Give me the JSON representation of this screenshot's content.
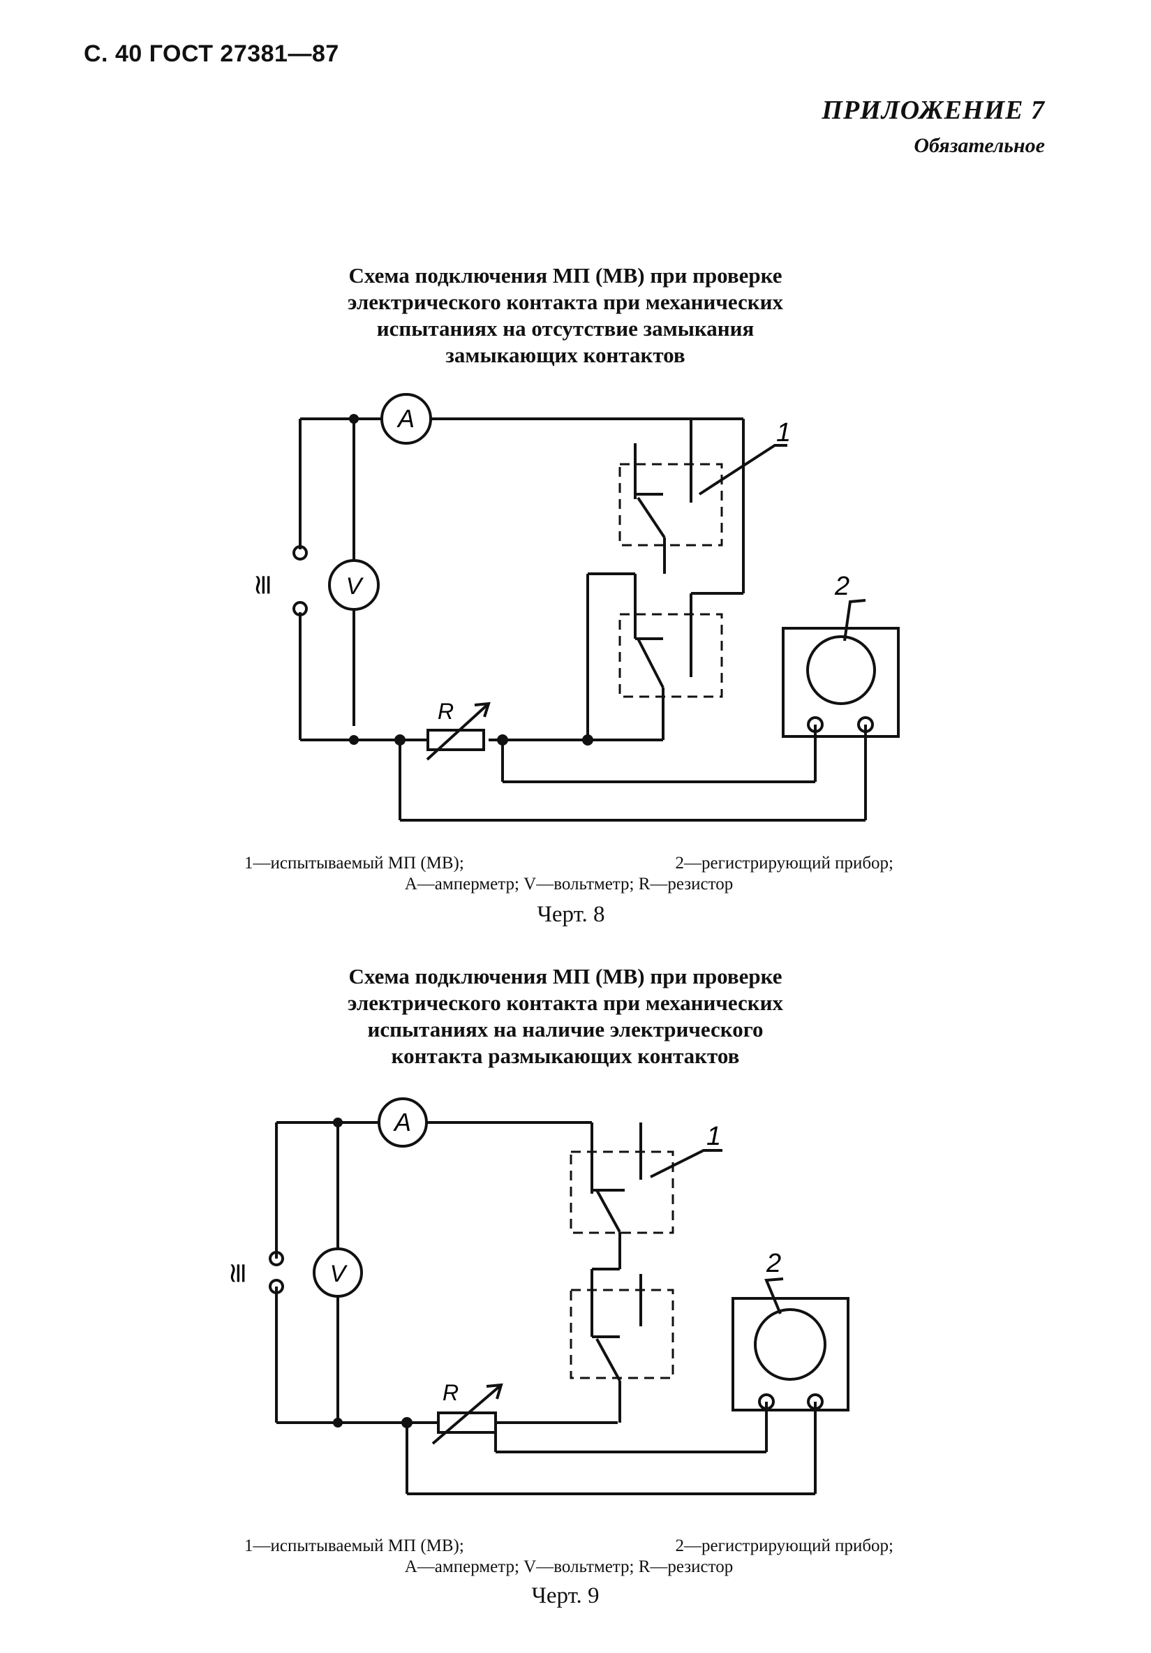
{
  "header": {
    "page_ref": "С. 40 ГОСТ 27381—87"
  },
  "appendix": {
    "title": "ПРИЛОЖЕНИЕ 7",
    "status": "Обязательное"
  },
  "figure8": {
    "title_lines": [
      "Схема подключения МП (МВ) при проверке",
      "электрического контакта при механических",
      "испытаниях на отсутствие замыкания",
      "замыкающих контактов"
    ],
    "labels": {
      "ammeter": "A",
      "voltmeter": "V",
      "resistor": "R",
      "source": "≅",
      "item1": "1",
      "item2": "2"
    },
    "caption": {
      "item1": "1—испытываемый МП (МВ);",
      "item2": "2—регистрирующий прибор;",
      "line2": "А—амперметр; V—вольтметр; R—резистор"
    },
    "fig_label": "Черт. 8"
  },
  "figure9": {
    "title_lines": [
      "Схема подключения МП (МВ) при проверке",
      "электрического контакта при механических",
      "испытаниях на наличие электрического",
      "контакта размыкающих контактов"
    ],
    "labels": {
      "ammeter": "A",
      "voltmeter": "V",
      "resistor": "R",
      "source": "≅",
      "item1": "1",
      "item2": "2"
    },
    "caption": {
      "item1": "1—испытываемый МП (МВ);",
      "item2": "2—регистрирующий прибор;",
      "line2": "А—амперметр; V—вольтметр; R—резистор"
    },
    "fig_label": "Черт. 9"
  }
}
